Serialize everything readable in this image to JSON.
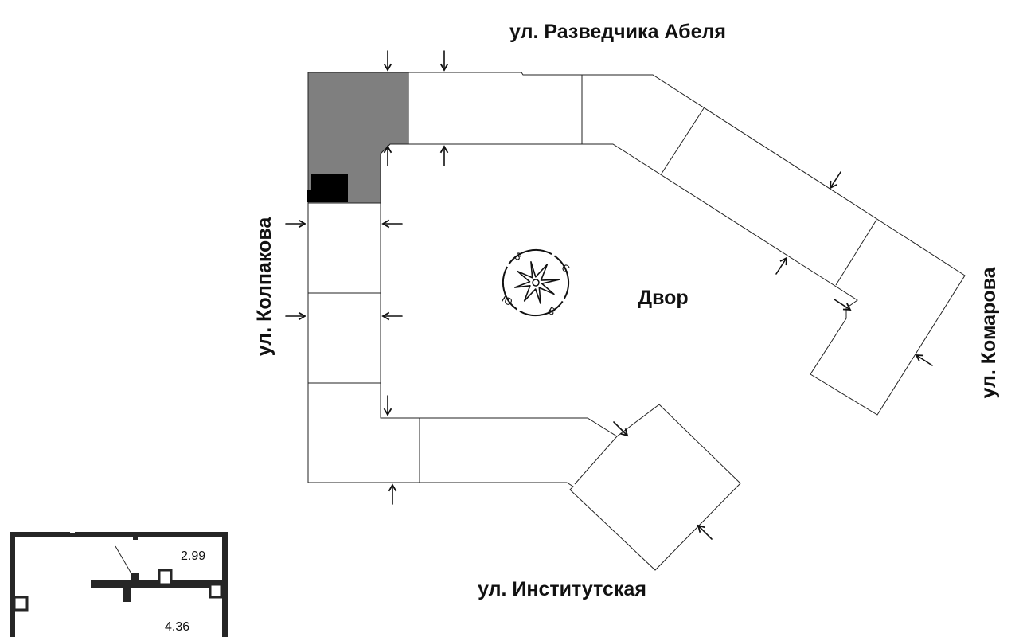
{
  "streets": {
    "north": "ул. Разведчика Абеля",
    "west": "ул. Колпакова",
    "east": "ул. Комарова",
    "south": "ул. Институтская"
  },
  "yard_label": "Двор",
  "compass": {
    "north": "С",
    "east": "В",
    "south": "Ю",
    "west": "З"
  },
  "selected_section": {
    "fill": "#7f7f7f",
    "unit_marker": "#000000"
  },
  "mini_plan": {
    "room_areas": [
      "2.99",
      "4.36"
    ]
  }
}
